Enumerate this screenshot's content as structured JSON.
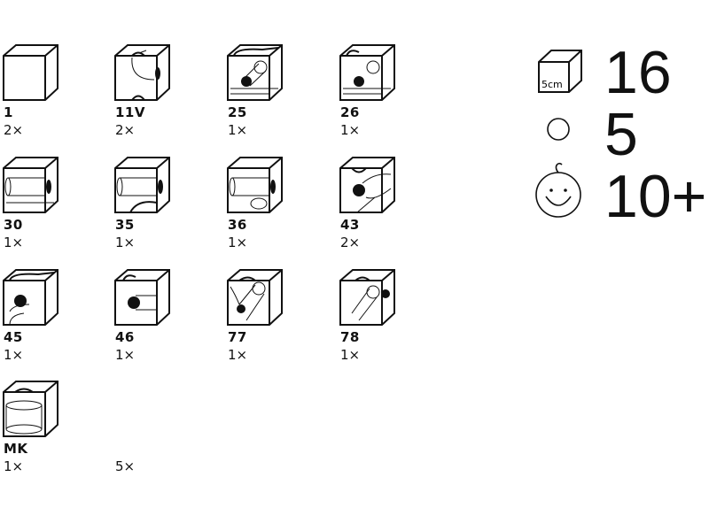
{
  "pieces": [
    {
      "id": "1",
      "qty": "2×",
      "icon": "plain-cube-icon"
    },
    {
      "id": "11V",
      "qty": "2×",
      "icon": "cube-11v-icon"
    },
    {
      "id": "25",
      "qty": "1×",
      "icon": "cube-25-icon"
    },
    {
      "id": "26",
      "qty": "1×",
      "icon": "cube-26-icon"
    },
    {
      "id": "30",
      "qty": "1×",
      "icon": "cube-30-icon"
    },
    {
      "id": "35",
      "qty": "1×",
      "icon": "cube-35-icon"
    },
    {
      "id": "36",
      "qty": "1×",
      "icon": "cube-36-icon"
    },
    {
      "id": "43",
      "qty": "2×",
      "icon": "cube-43-icon"
    },
    {
      "id": "45",
      "qty": "1×",
      "icon": "cube-45-icon"
    },
    {
      "id": "46",
      "qty": "1×",
      "icon": "cube-46-icon"
    },
    {
      "id": "77",
      "qty": "1×",
      "icon": "cube-77-icon"
    },
    {
      "id": "78",
      "qty": "1×",
      "icon": "cube-78-icon"
    },
    {
      "id": "MK",
      "qty": "1×",
      "icon": "cube-mk-icon"
    },
    {
      "id": "",
      "qty": "5×",
      "icon": "marbles-icon"
    }
  ],
  "summary": {
    "cube_label": "5cm",
    "cube_count": "16",
    "marble_count": "5",
    "age": "10+"
  }
}
